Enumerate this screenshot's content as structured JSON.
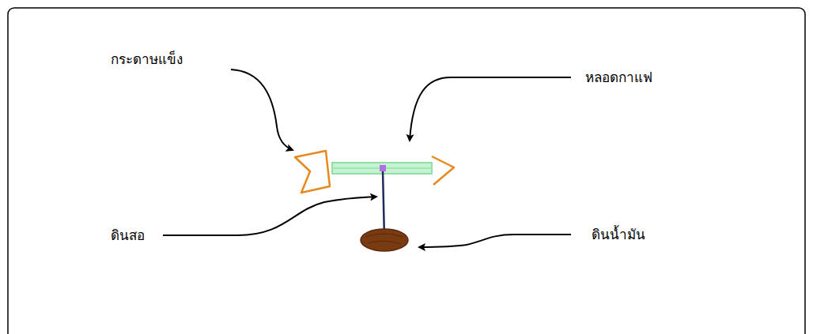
{
  "diagram": {
    "labels": [
      "กระดาษแข็ง",
      "หลอดกาแฟ",
      "ดินสอ",
      "ดินน้ำมัน"
    ]
  }
}
